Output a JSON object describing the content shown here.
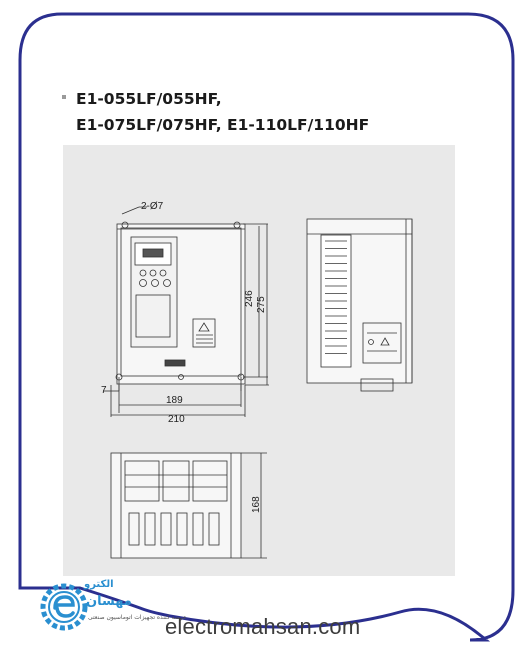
{
  "title": {
    "line1": "E1-055LF/055HF,",
    "line2": "E1-075LF/075HF, E1-110LF/110HF"
  },
  "dimensions": {
    "hole": "2-Ø7",
    "height_inner": "246",
    "height_outer": "275",
    "offset": "7",
    "width_inner": "189",
    "width_outer": "210",
    "depth": "168"
  },
  "logo": {
    "line1": "الکترو",
    "line2": "مهسان",
    "line3": "عرضه کننده تجهیزات اتوماسیون صنعتی"
  },
  "footer": {
    "website": "electromahsan.com"
  },
  "colors": {
    "frame": "#2b2f8f",
    "panel": "#e9e9e9",
    "logo_blue": "#2a8fd0"
  }
}
